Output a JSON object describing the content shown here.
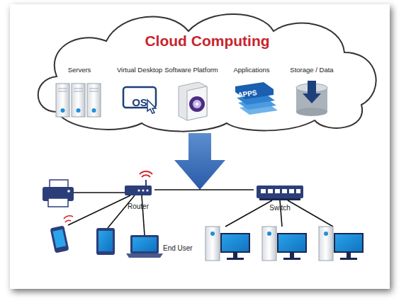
{
  "diagram": {
    "nodes": [
      {
        "text": [
          "Cloud Computing"
        ]
      },
      {
        "text": [
          "Servers"
        ],
        "in": 0
      },
      {
        "text": [
          "Virtual Desktop",
          "OS"
        ],
        "in": 0
      },
      {
        "text": [
          "Software Platform"
        ],
        "in": 0
      },
      {
        "text": [
          "Applications",
          "APPS"
        ],
        "in": 0
      },
      {
        "text": [
          "Storage / Data"
        ],
        "in": 0
      },
      {
        "text": [
          "Router"
        ]
      },
      {
        "text": [
          "Switch"
        ]
      }
    ],
    "edges": [
      {
        "from": 6,
        "to": 7,
        "arrow": "none"
      }
    ],
    "labels": [
      "End User"
    ]
  }
}
